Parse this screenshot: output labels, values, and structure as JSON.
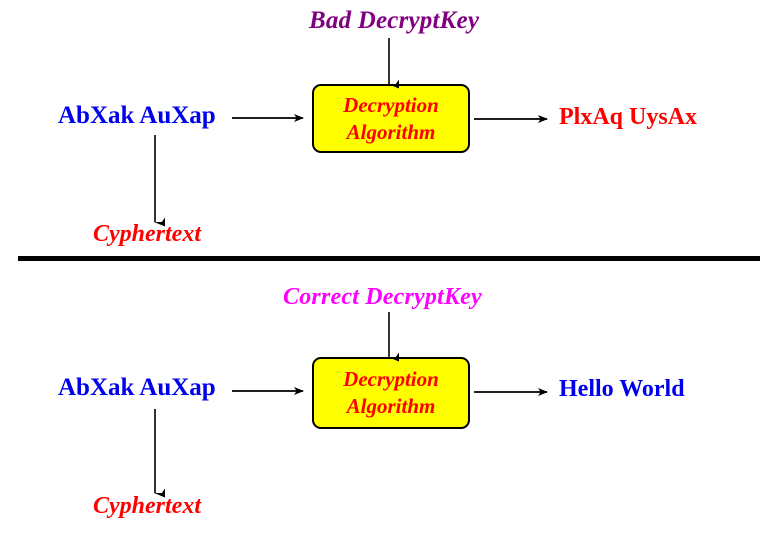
{
  "diagram": {
    "title": "Decryption with bad vs correct key",
    "colors": {
      "bad_key": "#800080",
      "correct_key": "#ff00ff",
      "ciphertext_input": "#0000ee",
      "garbage_output": "#ff0000",
      "plaintext_output": "#0000ee",
      "box_fill": "#ffff00",
      "box_text": "#ff0000",
      "box_border": "#000000",
      "arrow": "#000000",
      "divider": "#000000",
      "background": "#ffffff"
    },
    "top_panel": {
      "key_label": "Bad DecryptKey",
      "input_label": "AbXak AuXap",
      "box_line1": "Decryption",
      "box_line2": "Algorithm",
      "output_label": "PlxAq UysAx",
      "annotation_label": "Cyphertext"
    },
    "bottom_panel": {
      "key_label": "Correct DecryptKey",
      "input_label": "AbXak AuXap",
      "box_line1": "Decryption",
      "box_line2": "Algorithm",
      "output_label": "Hello World",
      "annotation_label": "Cyphertext"
    },
    "arrows": {
      "names": [
        "top-key-down-arrow",
        "top-input-right-arrow",
        "top-output-right-arrow",
        "top-cyphertext-up-arrow",
        "bottom-key-down-arrow",
        "bottom-input-right-arrow",
        "bottom-output-right-arrow",
        "bottom-cyphertext-up-arrow"
      ]
    }
  }
}
